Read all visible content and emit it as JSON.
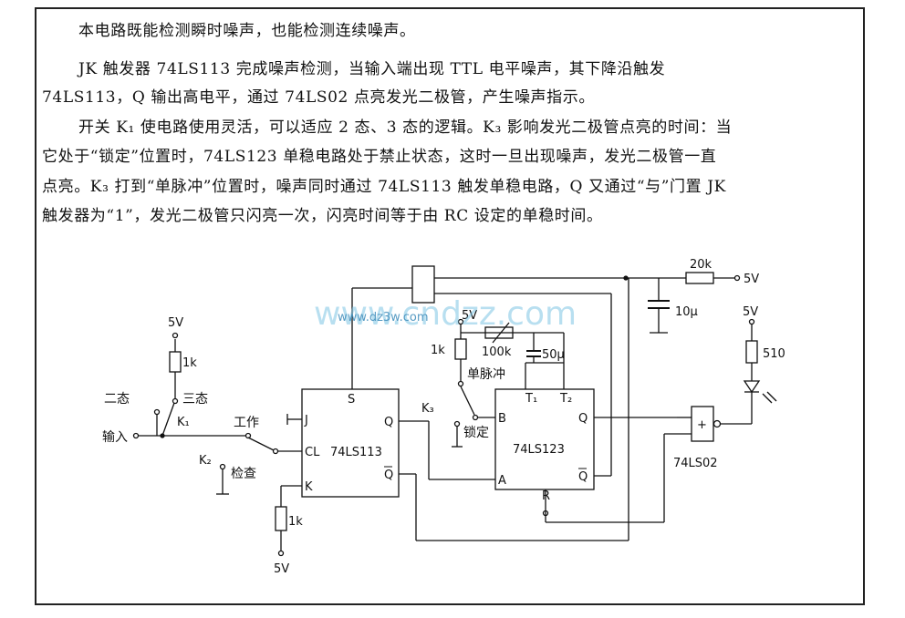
{
  "paragraphs": [
    "本电路既能检测瞬时噪声，也能检测连续噪声。",
    "JK 触发器 74LS113 完成噪声检测，当输入端出现 TTL 电平噪声，其下降沿触发",
    "74LS113，Q 输出高电平，通过 74LS02 点亮发光二极管，产生噪声指示。",
    "开关 K₁ 使电路使用灵活，可以适应 2 态、3 态的逻辑。K₃ 影响发光二极管点亮的时间：当",
    "它处于“锁定”位置时，74LS123 单稳电路处于禁止状态，这时一旦出现噪声，发光二极管一直",
    "点亮。K₃ 打到“单脉冲”位置时，噪声同时通过 74LS113 触发单稳电路，Q 又通过“与”门置 JK",
    "触发器为“1”，发光二极管只闪亮一次，闪亮时间等于由 RC 设定的单稳时间。"
  ],
  "watermark": {
    "main": "www.cndzz.com",
    "sub": "www.dz3w.com"
  },
  "schematic": {
    "supply_5v": "5V",
    "r_1k": "1k",
    "r_20k": "20k",
    "c_10u": "10μ",
    "r_100k": "100k",
    "c_50u": "50μ",
    "r_510": "510",
    "sw_two_state": "二态",
    "sw_three_state": "三态",
    "k1": "K₁",
    "k2": "K₂",
    "k3": "K₃",
    "input": "输入",
    "work": "工作",
    "check": "检查",
    "single_pulse": "单脉冲",
    "lock": "锁定",
    "ic1": "74LS113",
    "ic2": "74LS123",
    "ic3": "74LS02",
    "pin_s": "S",
    "pin_j": "J",
    "pin_cl": "CL",
    "pin_k": "K",
    "pin_q": "Q",
    "pin_qbar": "Q",
    "pin_b": "B",
    "pin_a": "A",
    "pin_r": "R",
    "pin_t1": "T₁",
    "pin_t2": "T₂",
    "gate_sym": "+"
  }
}
